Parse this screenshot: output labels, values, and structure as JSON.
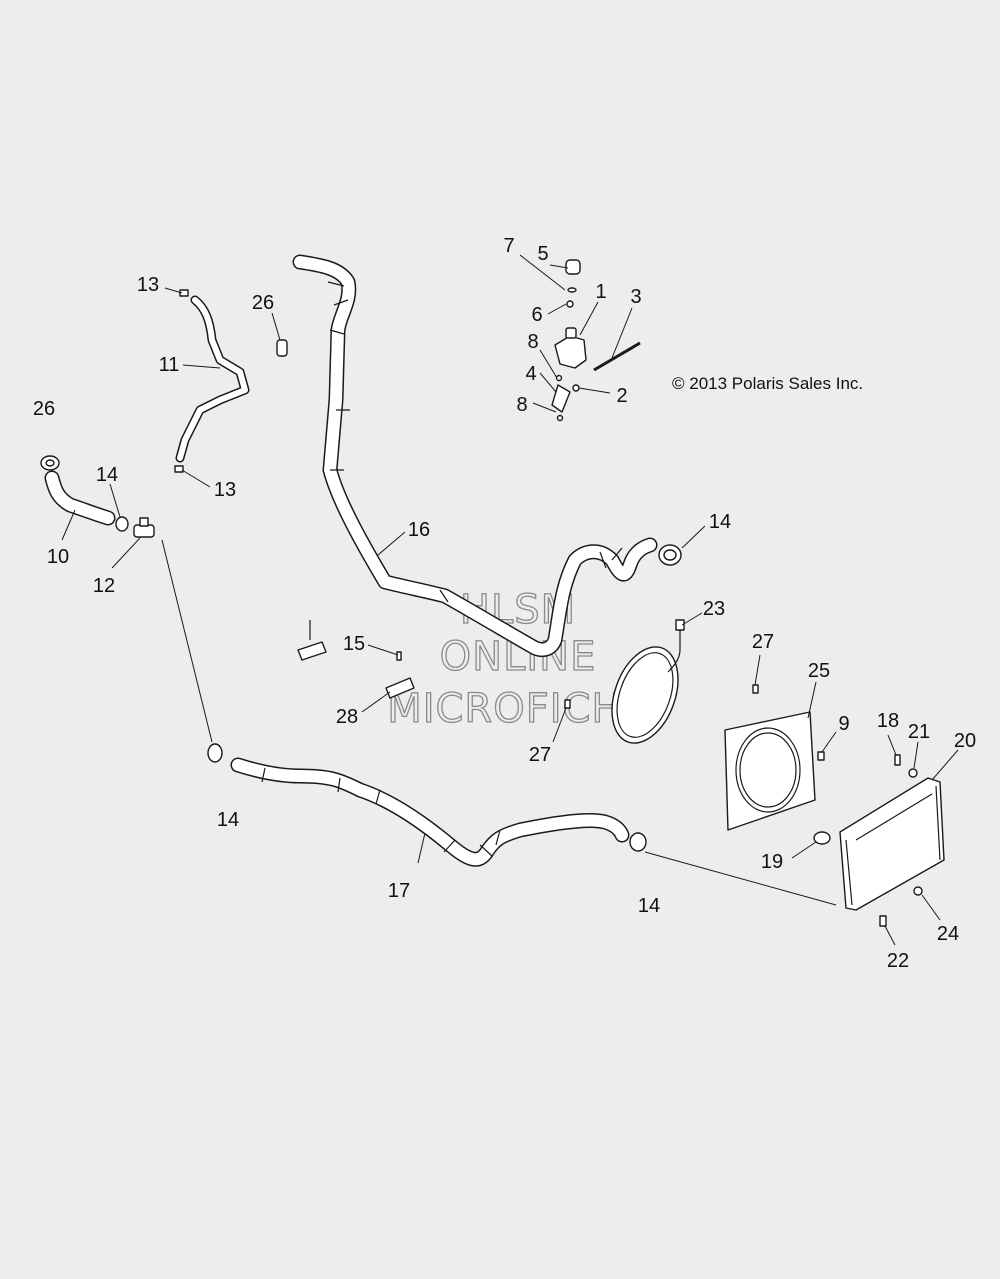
{
  "copyright": "© 2013 Polaris Sales Inc.",
  "watermark": [
    "HLSM",
    "ONLINE",
    "MICROFICHE"
  ],
  "callouts": [
    {
      "id": "c5",
      "label": "5"
    },
    {
      "id": "c7",
      "label": "7"
    },
    {
      "id": "c1",
      "label": "1"
    },
    {
      "id": "c3",
      "label": "3"
    },
    {
      "id": "c6",
      "label": "6"
    },
    {
      "id": "c8a",
      "label": "8"
    },
    {
      "id": "c4",
      "label": "4"
    },
    {
      "id": "c2",
      "label": "2"
    },
    {
      "id": "c8b",
      "label": "8"
    },
    {
      "id": "c13a",
      "label": "13"
    },
    {
      "id": "c26a",
      "label": "26"
    },
    {
      "id": "c11",
      "label": "11"
    },
    {
      "id": "c26b",
      "label": "26"
    },
    {
      "id": "c13b",
      "label": "13"
    },
    {
      "id": "c14a",
      "label": "14"
    },
    {
      "id": "c10",
      "label": "10"
    },
    {
      "id": "c12",
      "label": "12"
    },
    {
      "id": "c16",
      "label": "16"
    },
    {
      "id": "c14b",
      "label": "14"
    },
    {
      "id": "c23",
      "label": "23"
    },
    {
      "id": "c15",
      "label": "15"
    },
    {
      "id": "c27a",
      "label": "27"
    },
    {
      "id": "c25",
      "label": "25"
    },
    {
      "id": "c28",
      "label": "28"
    },
    {
      "id": "c27b",
      "label": "27"
    },
    {
      "id": "c9",
      "label": "9"
    },
    {
      "id": "c18",
      "label": "18"
    },
    {
      "id": "c21",
      "label": "21"
    },
    {
      "id": "c20",
      "label": "20"
    },
    {
      "id": "c14c",
      "label": "14"
    },
    {
      "id": "c19",
      "label": "19"
    },
    {
      "id": "c17",
      "label": "17"
    },
    {
      "id": "c14d",
      "label": "14"
    },
    {
      "id": "c24",
      "label": "24"
    },
    {
      "id": "c22",
      "label": "22"
    }
  ]
}
